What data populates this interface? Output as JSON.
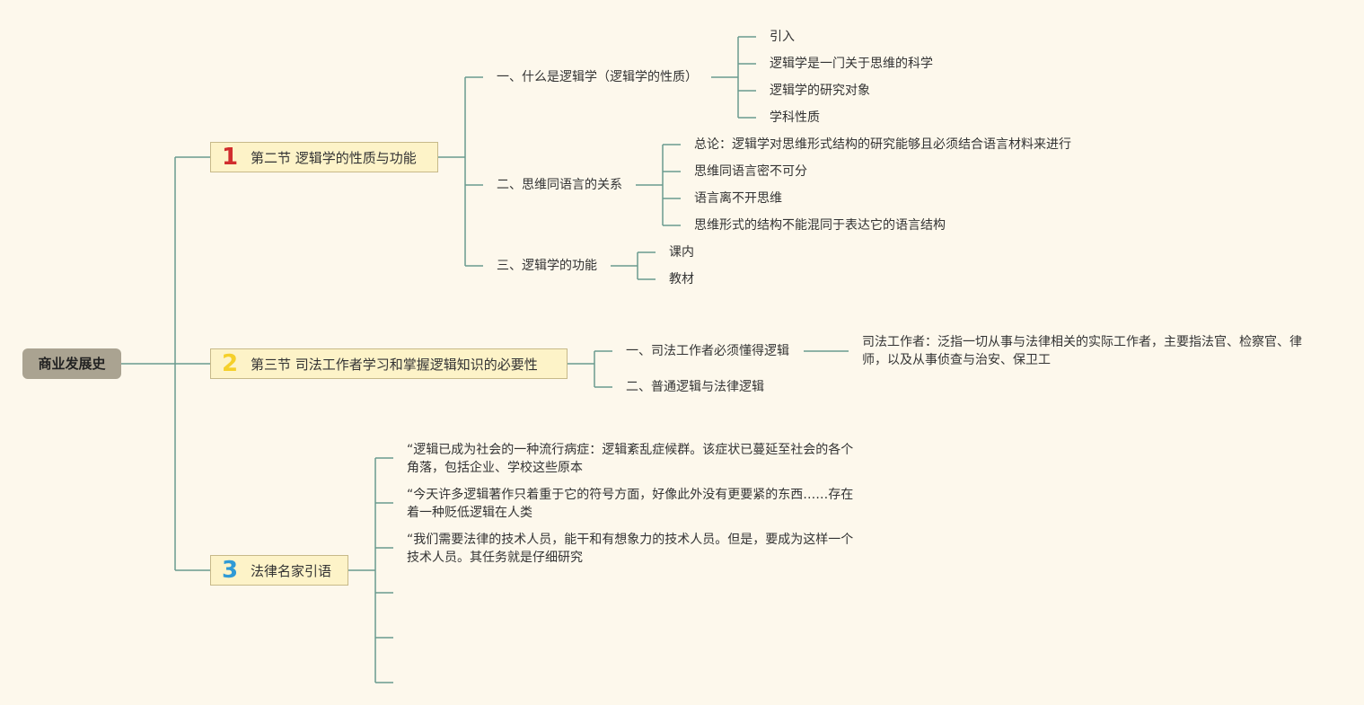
{
  "root": "商业发展史",
  "colors": {
    "line": "#6a9a8e",
    "background": "#fdf8ec",
    "num1": "#d12d2d",
    "num2": "#f5d02a",
    "num3": "#2f9ad6"
  },
  "sections": [
    {
      "num": "1",
      "title": "第二节 逻辑学的性质与功能",
      "children": [
        {
          "label": "一、什么是逻辑学（逻辑学的性质）",
          "children": [
            "引入",
            "逻辑学是一门关于思维的科学",
            "逻辑学的研究对象",
            "学科性质"
          ]
        },
        {
          "label": "二、思维同语言的关系",
          "children": [
            "总论：逻辑学对思维形式结构的研究能够且必须结合语言材料来进行",
            "思维同语言密不可分",
            "语言离不开思维",
            "思维形式的结构不能混同于表达它的语言结构"
          ]
        },
        {
          "label": "三、逻辑学的功能",
          "children": [
            "课内",
            "教材"
          ]
        }
      ]
    },
    {
      "num": "2",
      "title": "第三节 司法工作者学习和掌握逻辑知识的必要性",
      "children": [
        {
          "label": "一、司法工作者必须懂得逻辑",
          "children": [
            "司法工作者：泛指一切从事与法律相关的实际工作者，主要指法官、检察官、律师，以及从事侦查与治安、保卫工"
          ]
        },
        {
          "label": "二、普通逻辑与法律逻辑",
          "children": []
        }
      ]
    },
    {
      "num": "3",
      "title": "法律名家引语",
      "children": [
        {
          "label": "“逻辑已成为社会的一种流行病症：逻辑紊乱症候群。该症状已蔓延至社会的各个角落，包括企业、学校这些原本"
        },
        {
          "label": "“今天许多逻辑著作只着重于它的符号方面，好像此外没有更要紧的东西……存在着一种贬低逻辑在人类"
        },
        {
          "label": "“我们需要法律的技术人员，能干和有想象力的技术人员。但是，要成为这样一个技术人员。其任务就是仔细研究"
        },
        {
          "label": ""
        },
        {
          "label": ""
        },
        {
          "label": ""
        }
      ]
    }
  ]
}
